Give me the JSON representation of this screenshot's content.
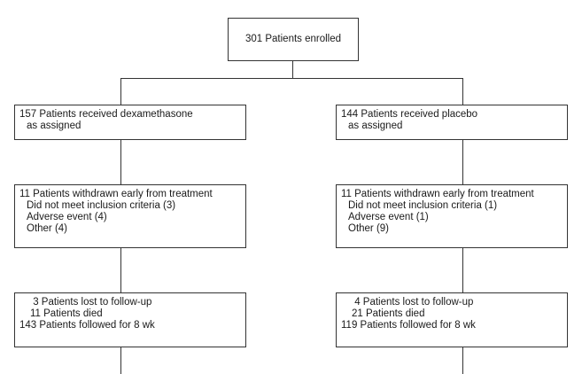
{
  "enrolled": "301 Patients enrolled",
  "left": {
    "assigned": [
      "157 Patients received dexamethasone",
      "as assigned"
    ],
    "withdrawn": [
      "11 Patients withdrawn early from treatment",
      "Did not meet inclusion criteria (3)",
      "Adverse event (4)",
      "Other (4)"
    ],
    "followup": [
      " 3 Patients lost to follow-up",
      "11 Patients died",
      "143 Patients followed for 8 wk"
    ]
  },
  "right": {
    "assigned": [
      "144 Patients received placebo",
      "as assigned"
    ],
    "withdrawn": [
      "11 Patients withdrawn early from treatment",
      "Did not meet inclusion criteria (1)",
      "Adverse event (1)",
      "Other (9)"
    ],
    "followup": [
      " 4 Patients lost to follow-up",
      "21 Patients died",
      "119 Patients followed for 8 wk"
    ]
  }
}
